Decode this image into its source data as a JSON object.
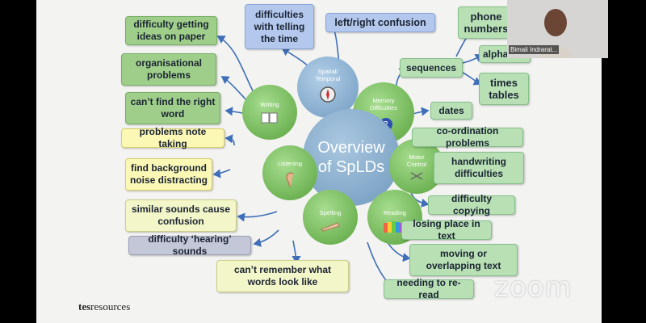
{
  "center": {
    "title": "Overview of SpLDs"
  },
  "hubs": {
    "spatial": "Spatial/ Temporal",
    "memory": "Memory Difficulties",
    "motor": "Motor Control",
    "reading": "Reading",
    "spelling": "Spelling",
    "listening": "Listening",
    "writing": "Writing"
  },
  "boxes": {
    "ideas": "difficulty getting ideas on paper",
    "organisational": "organisational problems",
    "word": "can’t find the right word",
    "notetaking": "problems note taking",
    "noise": "find background noise distracting",
    "similar": "similar sounds cause confusion",
    "hearing": "difficulty ‘hearing’ sounds",
    "remember": "can’t remember what words look like",
    "time": "difficulties with telling the time",
    "leftright": "left/right confusion",
    "phone": "phone numbers",
    "alphabet": "alphabet",
    "sequences": "sequences",
    "times": "times tables",
    "dates": "dates",
    "coordination": "co-ordination problems",
    "handwriting": "handwriting difficulties",
    "copying": "difficulty copying",
    "losing": "losing place in text",
    "moving": "moving or overlapping text",
    "reread": "needing to re-read"
  },
  "webcam": {
    "name": "Bimali Indrarat..."
  },
  "watermark": "zoom",
  "logo": {
    "bold": "tes",
    "rest": "resources"
  },
  "colors": {
    "link": "#3f6fb8",
    "hub_blue": "#7ea6cb",
    "hub_green": "#69b04c"
  }
}
